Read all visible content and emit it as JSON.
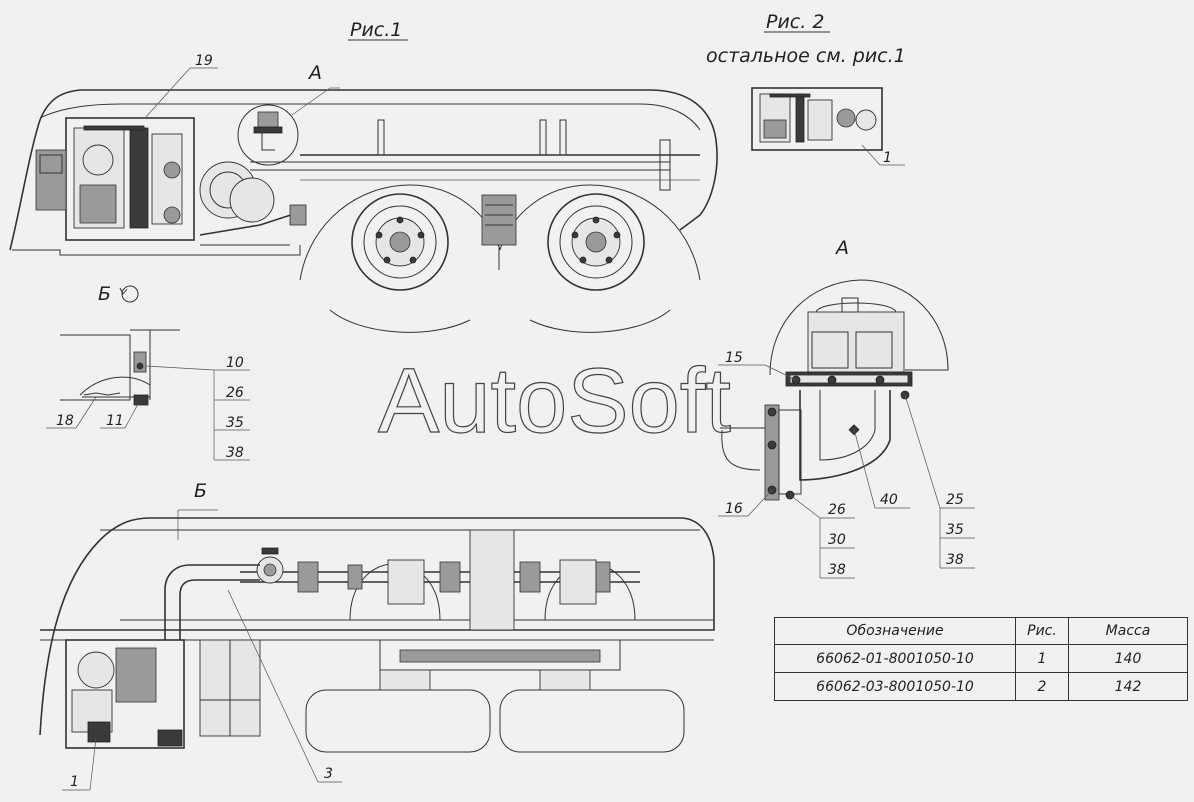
{
  "figures": {
    "fig1_title": "Рис.1",
    "fig2_title": "Рис. 2",
    "fig2_note": "остальное см. рис.1",
    "view_a": "А",
    "view_a_detail": "А",
    "view_b_label": "Б",
    "view_b_rot": "Б"
  },
  "callouts": {
    "c19": "19",
    "c1_fig2": "1",
    "c10": "10",
    "c26_b": "26",
    "c35_b": "35",
    "c38_b": "38",
    "c18": "18",
    "c11": "11",
    "c15": "15",
    "c16": "16",
    "c26_a": "26",
    "c30": "30",
    "c38_a2": "38",
    "c40": "40",
    "c25": "25",
    "c35_a": "35",
    "c38_a": "38",
    "c1_bottom": "1",
    "c3": "3"
  },
  "watermark": "AutoSoft",
  "spec_table": {
    "headers": [
      "Обозначение",
      "Рис.",
      "Масса"
    ],
    "rows": [
      [
        "66062-01-8001050-10",
        "1",
        "140"
      ],
      [
        "66062-03-8001050-10",
        "2",
        "142"
      ]
    ]
  },
  "icons": {
    "rotation": "rotation-icon"
  },
  "colors": {
    "background": "#f1f1f1",
    "line": "#333333"
  }
}
